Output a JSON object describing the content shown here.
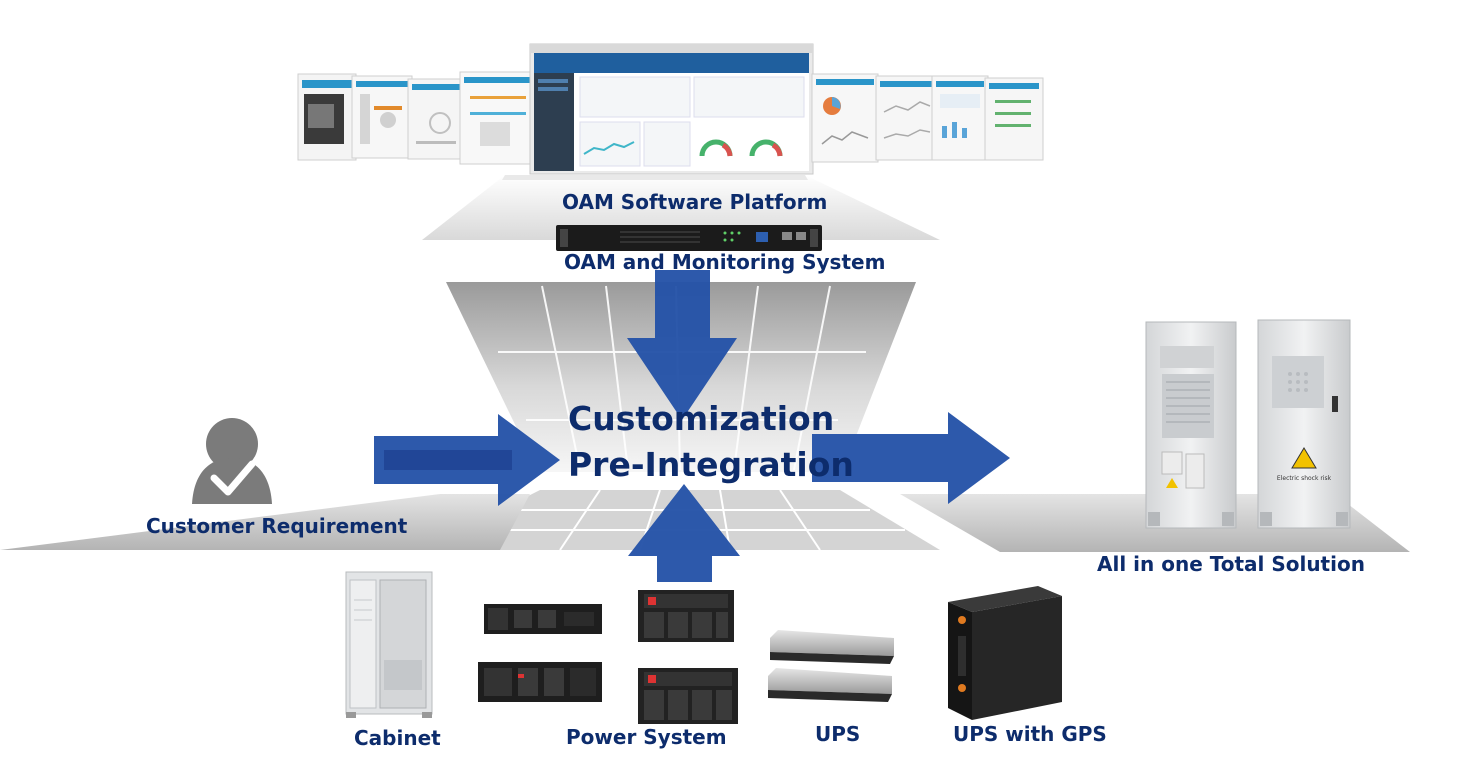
{
  "labels": {
    "software_platform": "OAM Software Platform",
    "monitoring_system": "OAM and Monitoring System",
    "customization": "Customization",
    "pre_integration": "Pre-Integration",
    "customer_requirement": "Customer Requirement",
    "total_solution": "All in one Total Solution",
    "cabinet": "Cabinet",
    "power_system": "Power System",
    "ups": "UPS",
    "ups_with_gps": "UPS with GPS"
  },
  "enclosure_warning": "Electric shock risk",
  "colors": {
    "label_text": "#0d2c6c",
    "arrow_blue": "#2452a8",
    "platform_grey": "#c4c4c4",
    "funnel_grey": "#a9a9a9"
  }
}
